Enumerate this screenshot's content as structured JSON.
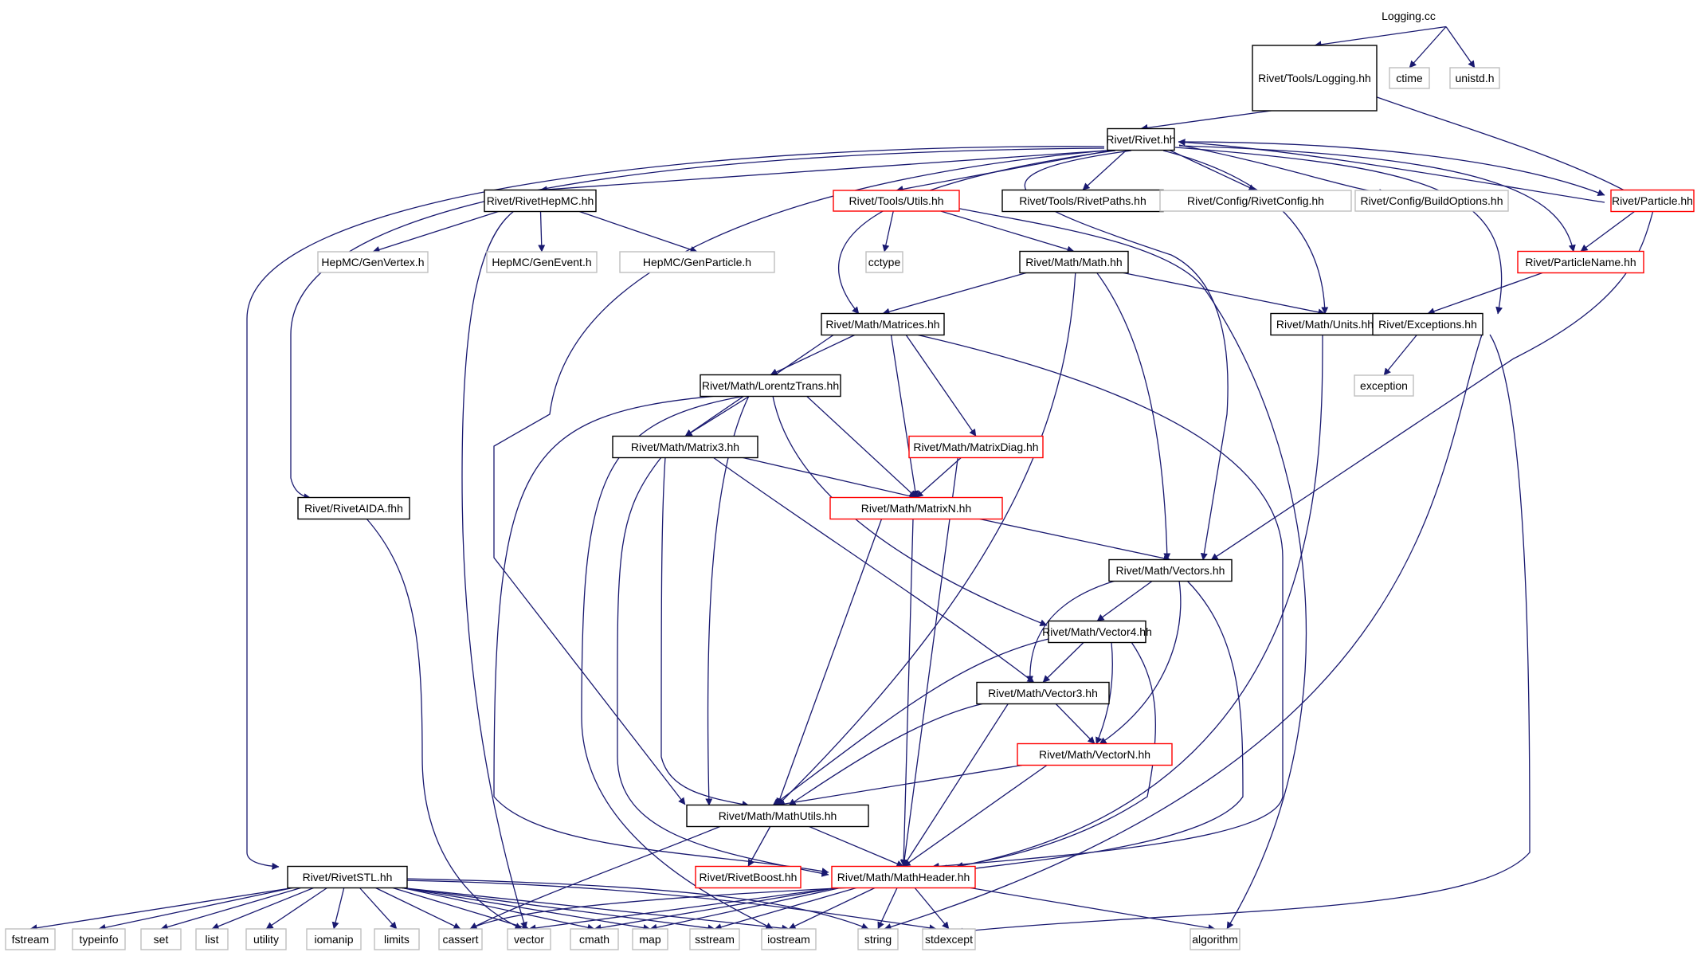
{
  "colors": {
    "edge": "#191970",
    "box_black": "#000000",
    "box_gray": "#bfbfbf",
    "box_red": "#ff0000",
    "box_selected_fill": "#bfbfbf"
  },
  "nodes": [
    {
      "id": "logging_cc",
      "label": "Logging.cc",
      "style": "selected"
    },
    {
      "id": "tools_logging",
      "label": "Rivet/Tools/Logging.hh",
      "style": "black"
    },
    {
      "id": "ctime",
      "label": "ctime",
      "style": "gray"
    },
    {
      "id": "unistd",
      "label": "unistd.h",
      "style": "gray"
    },
    {
      "id": "rivet_hh",
      "label": "Rivet/Rivet.hh",
      "style": "black"
    },
    {
      "id": "rivethepmc",
      "label": "Rivet/RivetHepMC.hh",
      "style": "black"
    },
    {
      "id": "tools_utils",
      "label": "Rivet/Tools/Utils.hh",
      "style": "red"
    },
    {
      "id": "rivetpaths",
      "label": "Rivet/Tools/RivetPaths.hh",
      "style": "black"
    },
    {
      "id": "rivetconfig",
      "label": "Rivet/Config/RivetConfig.hh",
      "style": "gray"
    },
    {
      "id": "buildoptions",
      "label": "Rivet/Config/BuildOptions.hh",
      "style": "gray"
    },
    {
      "id": "particle",
      "label": "Rivet/Particle.hh",
      "style": "red"
    },
    {
      "id": "genvertex",
      "label": "HepMC/GenVertex.h",
      "style": "gray"
    },
    {
      "id": "genevent",
      "label": "HepMC/GenEvent.h",
      "style": "gray"
    },
    {
      "id": "genparticle",
      "label": "HepMC/GenParticle.h",
      "style": "gray"
    },
    {
      "id": "cctype",
      "label": "cctype",
      "style": "gray"
    },
    {
      "id": "math_hh",
      "label": "Rivet/Math/Math.hh",
      "style": "black"
    },
    {
      "id": "particlename",
      "label": "Rivet/ParticleName.hh",
      "style": "red"
    },
    {
      "id": "matrices",
      "label": "Rivet/Math/Matrices.hh",
      "style": "black"
    },
    {
      "id": "units",
      "label": "Rivet/Math/Units.hh",
      "style": "black"
    },
    {
      "id": "exceptions",
      "label": "Rivet/Exceptions.hh",
      "style": "black"
    },
    {
      "id": "exception",
      "label": "exception",
      "style": "gray"
    },
    {
      "id": "lorentztrans",
      "label": "Rivet/Math/LorentzTrans.hh",
      "style": "black"
    },
    {
      "id": "matrix3",
      "label": "Rivet/Math/Matrix3.hh",
      "style": "black"
    },
    {
      "id": "matrixdiag",
      "label": "Rivet/Math/MatrixDiag.hh",
      "style": "red"
    },
    {
      "id": "rivetaida",
      "label": "Rivet/RivetAIDA.fhh",
      "style": "black"
    },
    {
      "id": "matrixn",
      "label": "Rivet/Math/MatrixN.hh",
      "style": "red"
    },
    {
      "id": "vectors",
      "label": "Rivet/Math/Vectors.hh",
      "style": "black"
    },
    {
      "id": "vector4",
      "label": "Rivet/Math/Vector4.hh",
      "style": "black"
    },
    {
      "id": "vector3",
      "label": "Rivet/Math/Vector3.hh",
      "style": "black"
    },
    {
      "id": "vectorn",
      "label": "Rivet/Math/VectorN.hh",
      "style": "red"
    },
    {
      "id": "mathutils",
      "label": "Rivet/Math/MathUtils.hh",
      "style": "black"
    },
    {
      "id": "rivetstl",
      "label": "Rivet/RivetSTL.hh",
      "style": "black"
    },
    {
      "id": "rivetboost",
      "label": "Rivet/RivetBoost.hh",
      "style": "red"
    },
    {
      "id": "mathheader",
      "label": "Rivet/Math/MathHeader.hh",
      "style": "red"
    },
    {
      "id": "fstream",
      "label": "fstream",
      "style": "gray"
    },
    {
      "id": "typeinfo",
      "label": "typeinfo",
      "style": "gray"
    },
    {
      "id": "set",
      "label": "set",
      "style": "gray"
    },
    {
      "id": "list",
      "label": "list",
      "style": "gray"
    },
    {
      "id": "utility",
      "label": "utility",
      "style": "gray"
    },
    {
      "id": "iomanip",
      "label": "iomanip",
      "style": "gray"
    },
    {
      "id": "limits",
      "label": "limits",
      "style": "gray"
    },
    {
      "id": "cassert",
      "label": "cassert",
      "style": "gray"
    },
    {
      "id": "vector",
      "label": "vector",
      "style": "gray"
    },
    {
      "id": "cmath",
      "label": "cmath",
      "style": "gray"
    },
    {
      "id": "map",
      "label": "map",
      "style": "gray"
    },
    {
      "id": "sstream",
      "label": "sstream",
      "style": "gray"
    },
    {
      "id": "iostream",
      "label": "iostream",
      "style": "gray"
    },
    {
      "id": "string",
      "label": "string",
      "style": "gray"
    },
    {
      "id": "stdexcept",
      "label": "stdexcept",
      "style": "gray"
    },
    {
      "id": "algorithm",
      "label": "algorithm",
      "style": "gray"
    }
  ],
  "edges": [
    [
      "logging_cc",
      "tools_logging"
    ],
    [
      "logging_cc",
      "ctime"
    ],
    [
      "logging_cc",
      "unistd"
    ],
    [
      "tools_logging",
      "rivet_hh"
    ],
    [
      "rivet_hh",
      "rivethepmc"
    ],
    [
      "rivet_hh",
      "tools_utils"
    ],
    [
      "rivet_hh",
      "rivetpaths"
    ],
    [
      "rivet_hh",
      "rivetconfig"
    ],
    [
      "rivet_hh",
      "buildoptions"
    ],
    [
      "rivet_hh",
      "particle"
    ],
    [
      "rivet_hh",
      "particlename"
    ],
    [
      "rivet_hh",
      "exceptions"
    ],
    [
      "rivet_hh",
      "units"
    ],
    [
      "rivet_hh",
      "matrices"
    ],
    [
      "rivet_hh",
      "vectors"
    ],
    [
      "rivet_hh",
      "mathutils"
    ],
    [
      "rivet_hh",
      "rivetaida"
    ],
    [
      "rivet_hh",
      "rivetstl"
    ],
    [
      "particle",
      "rivet_hh"
    ],
    [
      "particle",
      "tools_logging"
    ],
    [
      "particle",
      "particlename"
    ],
    [
      "particle",
      "vectors"
    ],
    [
      "rivethepmc",
      "genvertex"
    ],
    [
      "rivethepmc",
      "genevent"
    ],
    [
      "rivethepmc",
      "genparticle"
    ],
    [
      "rivethepmc",
      "vector"
    ],
    [
      "tools_utils",
      "cctype"
    ],
    [
      "tools_utils",
      "math_hh"
    ],
    [
      "tools_utils",
      "algorithm"
    ],
    [
      "math_hh",
      "matrices"
    ],
    [
      "math_hh",
      "units"
    ],
    [
      "math_hh",
      "vectors"
    ],
    [
      "math_hh",
      "mathutils"
    ],
    [
      "particlename",
      "exceptions"
    ],
    [
      "exceptions",
      "exception"
    ],
    [
      "exceptions",
      "string"
    ],
    [
      "exceptions",
      "stdexcept"
    ],
    [
      "units",
      "mathheader"
    ],
    [
      "matrices",
      "lorentztrans"
    ],
    [
      "matrices",
      "matrix3"
    ],
    [
      "matrices",
      "matrixdiag"
    ],
    [
      "matrices",
      "matrixn"
    ],
    [
      "matrices",
      "mathheader"
    ],
    [
      "lorentztrans",
      "matrix3"
    ],
    [
      "lorentztrans",
      "matrixn"
    ],
    [
      "lorentztrans",
      "vector4"
    ],
    [
      "lorentztrans",
      "mathutils"
    ],
    [
      "lorentztrans",
      "mathheader"
    ],
    [
      "lorentztrans",
      "iostream"
    ],
    [
      "matrix3",
      "matrixn"
    ],
    [
      "matrix3",
      "vector3"
    ],
    [
      "matrix3",
      "mathutils"
    ],
    [
      "matrix3",
      "mathheader"
    ],
    [
      "matrixdiag",
      "matrixn"
    ],
    [
      "matrixdiag",
      "mathheader"
    ],
    [
      "matrixn",
      "vectors"
    ],
    [
      "matrixn",
      "mathutils"
    ],
    [
      "matrixn",
      "mathheader"
    ],
    [
      "rivetaida",
      "vector"
    ],
    [
      "vectors",
      "vector4"
    ],
    [
      "vectors",
      "vector3"
    ],
    [
      "vectors",
      "vectorn"
    ],
    [
      "vectors",
      "mathheader"
    ],
    [
      "vector4",
      "vector3"
    ],
    [
      "vector4",
      "vectorn"
    ],
    [
      "vector4",
      "mathutils"
    ],
    [
      "vector4",
      "mathheader"
    ],
    [
      "vector3",
      "vectorn"
    ],
    [
      "vector3",
      "mathutils"
    ],
    [
      "vector3",
      "mathheader"
    ],
    [
      "vectorn",
      "mathutils"
    ],
    [
      "vectorn",
      "mathheader"
    ],
    [
      "mathutils",
      "rivetboost"
    ],
    [
      "mathutils",
      "mathheader"
    ],
    [
      "mathutils",
      "cassert"
    ],
    [
      "mathheader",
      "stdexcept"
    ],
    [
      "mathheader",
      "string"
    ],
    [
      "mathheader",
      "iostream"
    ],
    [
      "mathheader",
      "sstream"
    ],
    [
      "mathheader",
      "map"
    ],
    [
      "mathheader",
      "cmath"
    ],
    [
      "mathheader",
      "vector"
    ],
    [
      "mathheader",
      "cassert"
    ],
    [
      "mathheader",
      "algorithm"
    ],
    [
      "rivetstl",
      "fstream"
    ],
    [
      "rivetstl",
      "typeinfo"
    ],
    [
      "rivetstl",
      "set"
    ],
    [
      "rivetstl",
      "list"
    ],
    [
      "rivetstl",
      "utility"
    ],
    [
      "rivetstl",
      "iomanip"
    ],
    [
      "rivetstl",
      "limits"
    ],
    [
      "rivetstl",
      "cassert"
    ],
    [
      "rivetstl",
      "vector"
    ],
    [
      "rivetstl",
      "cmath"
    ],
    [
      "rivetstl",
      "map"
    ],
    [
      "rivetstl",
      "sstream"
    ],
    [
      "rivetstl",
      "iostream"
    ],
    [
      "rivetstl",
      "string"
    ],
    [
      "rivetstl",
      "stdexcept"
    ]
  ]
}
